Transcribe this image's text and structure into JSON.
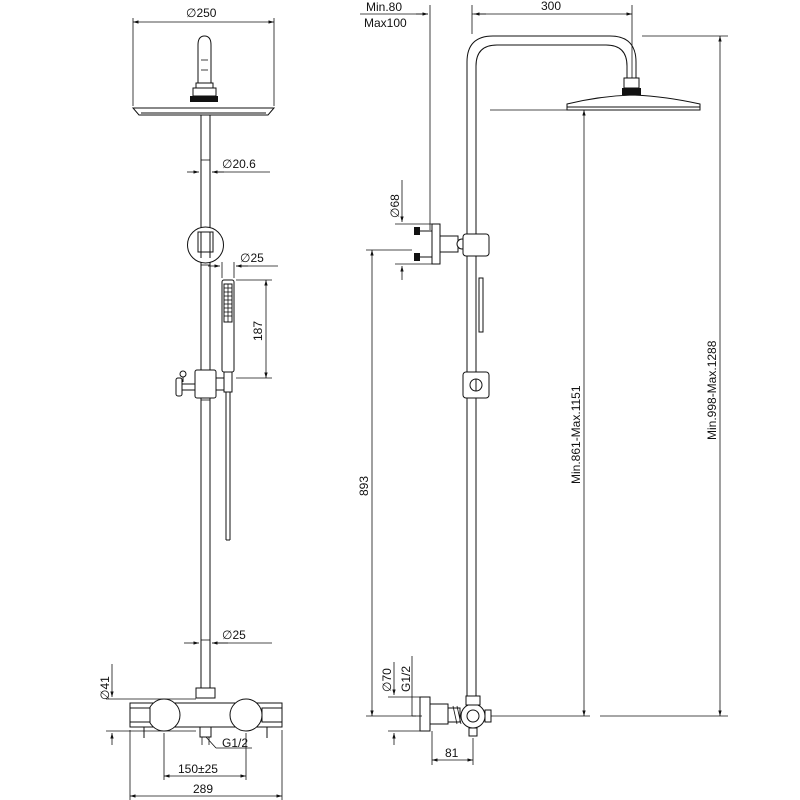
{
  "front_view": {
    "head_diameter": "∅250",
    "arm_diameter": "∅20.6",
    "handshower_diameter": "∅25",
    "handshower_length": "187",
    "pipe_diameter": "∅25",
    "mixer_diameter": "∅41",
    "inlet_thread": "G1/2",
    "inlet_spacing": "150±25",
    "overall_width": "289"
  },
  "side_view": {
    "offset_min": "Min.80",
    "offset_max": "Max100",
    "arm_projection": "300",
    "bracket_diameter": "∅68",
    "bracket_height": "893",
    "rail_height": "Min.861-Max.1151",
    "total_height": "Min.998-Max.1288",
    "valve_diameter": "∅70",
    "valve_thread": "G1/2",
    "valve_depth": "81"
  }
}
